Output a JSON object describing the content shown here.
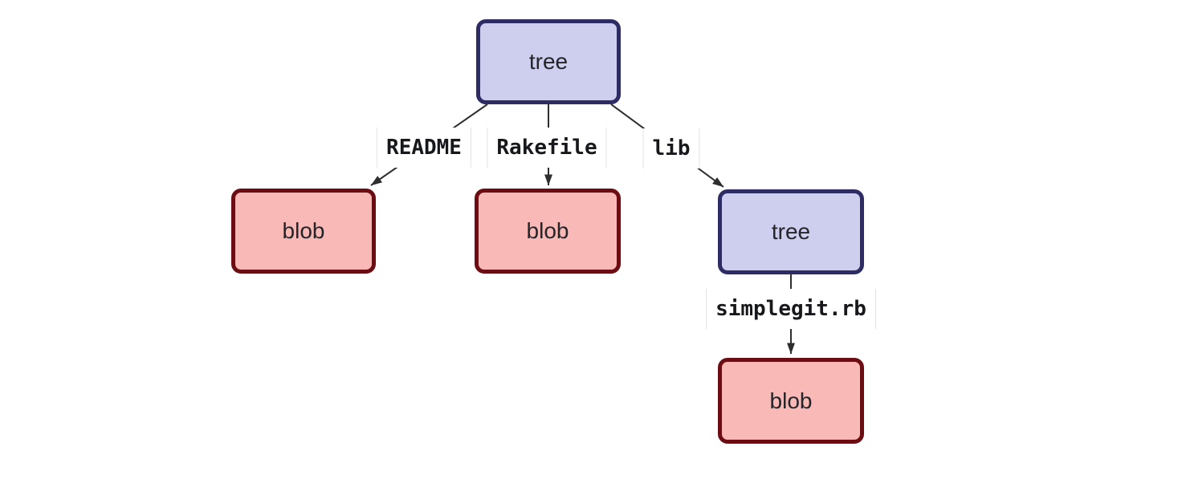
{
  "diagram": {
    "nodes": [
      {
        "id": "root-tree",
        "label": "tree",
        "type": "tree"
      },
      {
        "id": "readme-blob",
        "label": "blob",
        "type": "blob"
      },
      {
        "id": "rakefile-blob",
        "label": "blob",
        "type": "blob"
      },
      {
        "id": "lib-tree",
        "label": "tree",
        "type": "tree"
      },
      {
        "id": "simplegit-blob",
        "label": "blob",
        "type": "blob"
      }
    ],
    "edges": [
      {
        "from": "root-tree",
        "to": "readme-blob",
        "label": "README"
      },
      {
        "from": "root-tree",
        "to": "rakefile-blob",
        "label": "Rakefile"
      },
      {
        "from": "root-tree",
        "to": "lib-tree",
        "label": "lib"
      },
      {
        "from": "lib-tree",
        "to": "simplegit-blob",
        "label": "simplegit.rb"
      }
    ],
    "colors": {
      "tree_fill": "#ceceef",
      "tree_border": "#2e2d63",
      "blob_fill": "#f9b9b7",
      "blob_border": "#6c0d13",
      "edge": "#2e2e2e",
      "node_text": "#242429",
      "label_text": "#17181c",
      "background": "#ffffff"
    }
  }
}
